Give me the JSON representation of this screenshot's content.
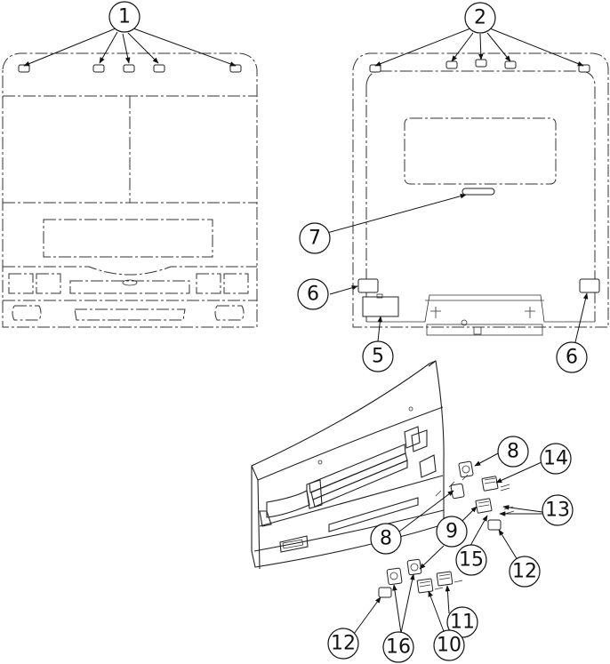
{
  "callouts": {
    "c1": "1",
    "c2": "2",
    "c5": "5",
    "c6a": "6",
    "c6b": "6",
    "c7": "7",
    "c8a": "8",
    "c8b": "8",
    "c9": "9",
    "c10": "10",
    "c11": "11",
    "c12a": "12",
    "c12b": "12",
    "c13": "13",
    "c14": "14",
    "c15": "15",
    "c16": "16"
  }
}
